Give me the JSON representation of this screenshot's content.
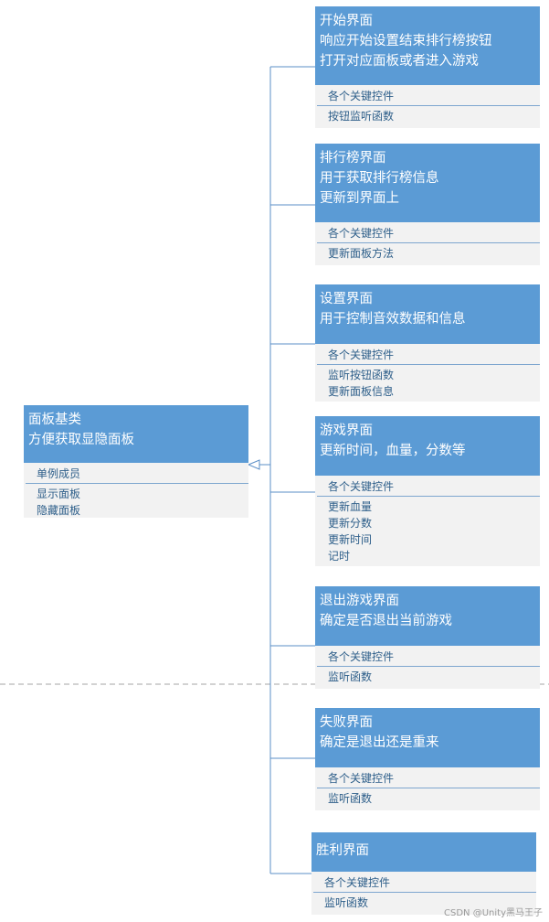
{
  "base_class": {
    "head": [
      "面板基类",
      "方便获取显隐面板"
    ],
    "fields": [
      "单例成员"
    ],
    "methods": [
      "显示面板",
      "隐藏面板"
    ]
  },
  "panels": [
    {
      "head": [
        "开始界面",
        "响应开始设置结束排行榜按钮",
        "打开对应面板或者进入游戏"
      ],
      "fields": [
        "各个关键控件"
      ],
      "methods": [
        "按钮监听函数"
      ]
    },
    {
      "head": [
        "排行榜界面",
        "用于获取排行榜信息",
        "更新到界面上"
      ],
      "fields": [
        "各个关键控件"
      ],
      "methods": [
        "更新面板方法"
      ]
    },
    {
      "head": [
        "设置界面",
        "用于控制音效数据和信息"
      ],
      "fields": [
        "各个关键控件"
      ],
      "methods": [
        "监听按钮函数",
        "更新面板信息"
      ]
    },
    {
      "head": [
        "游戏界面",
        "更新时间，血量，分数等"
      ],
      "fields": [
        "各个关键控件"
      ],
      "methods": [
        "更新血量",
        "更新分数",
        "更新时间",
        "记时"
      ]
    },
    {
      "head": [
        "退出游戏界面",
        "确定是否退出当前游戏"
      ],
      "fields": [
        "各个关键控件"
      ],
      "methods": [
        "监听函数"
      ]
    },
    {
      "head": [
        "失败界面",
        "确定是退出还是重来"
      ],
      "fields": [
        "各个关键控件"
      ],
      "methods": [
        "监听函数"
      ]
    },
    {
      "head": [
        "胜利界面"
      ],
      "fields": [
        "各个关键控件"
      ],
      "methods": [
        "监听函数"
      ]
    }
  ],
  "watermark": "CSDN @Unity黑马王子",
  "colors": {
    "header": "#5b9bd5",
    "body": "#f2f2f2",
    "line": "#5b8fc7",
    "text": "#2e5f8a",
    "dashed": "#a6a6a6"
  }
}
